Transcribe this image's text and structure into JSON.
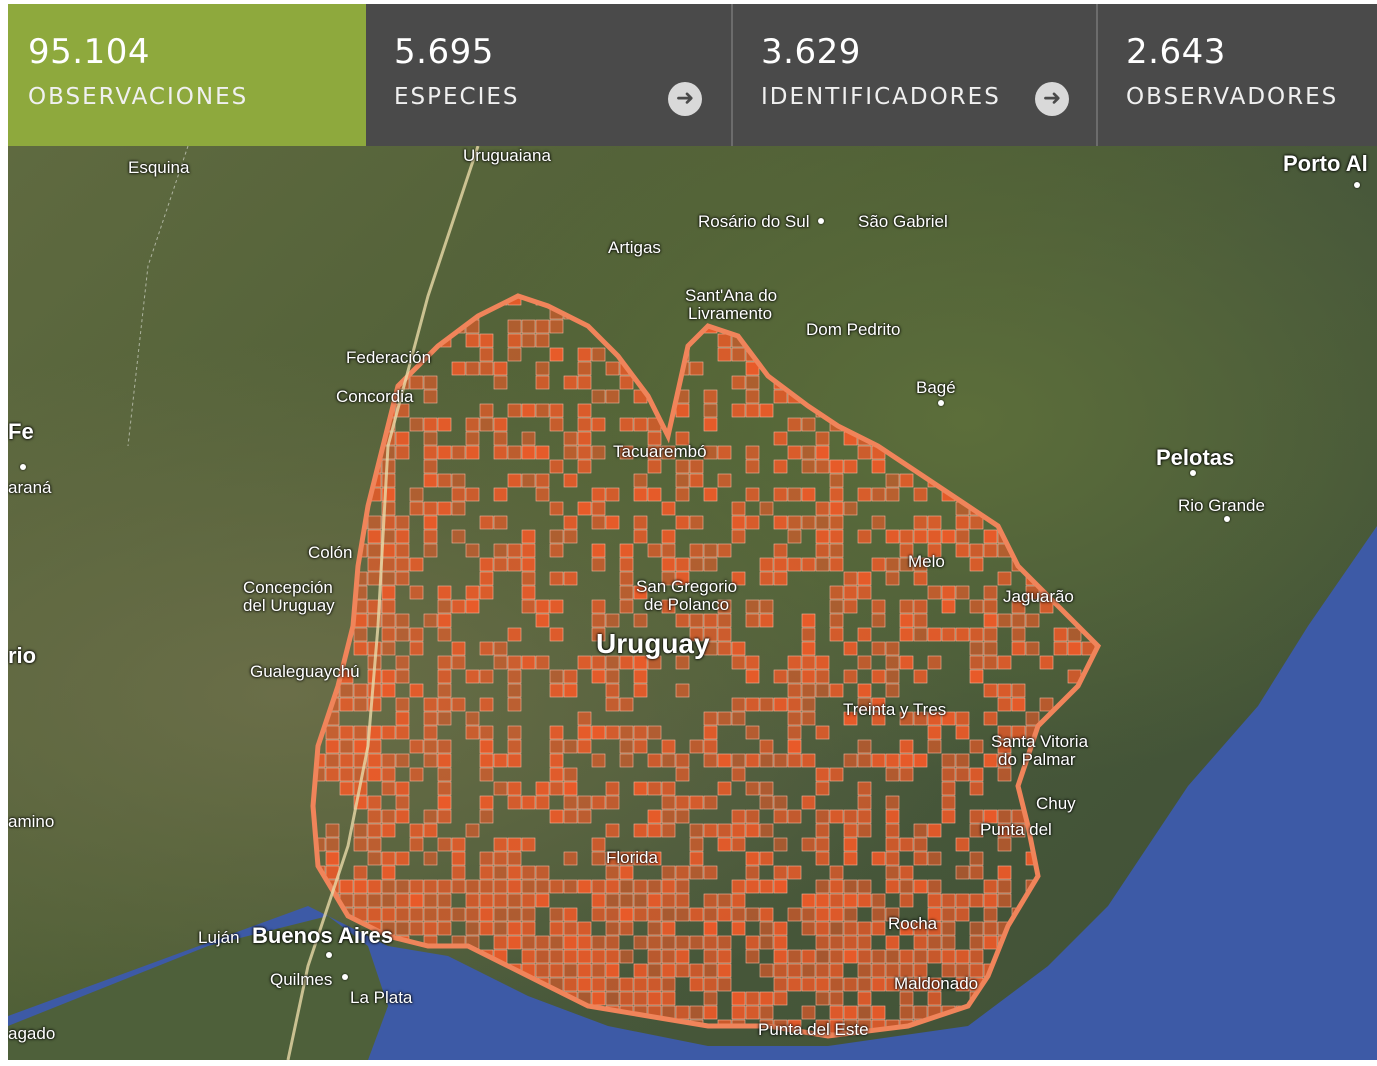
{
  "stats": [
    {
      "value": "95.104",
      "label": "OBSERVACIONES",
      "active": true
    },
    {
      "value": "5.695",
      "label": "ESPECIES",
      "arrow": "arrow-right-icon"
    },
    {
      "value": "3.629",
      "label": "IDENTIFICADORES",
      "arrow": "arrow-right-icon"
    },
    {
      "value": "2.643",
      "label": "OBSERVADORES"
    }
  ],
  "colors": {
    "active_tab": "#8ea93d",
    "bar": "#4a4a4a",
    "grid_cell": "#f05a28",
    "outline": "#f0845a",
    "water": "#3a56a0"
  },
  "map": {
    "places": [
      "Esquina",
      "Uruguaiana",
      "Porto Al",
      "Rosário do Sul",
      "São Gabriel",
      "Artigas",
      "Sant'Ana do",
      "Livramento",
      "Dom Pedrito",
      "Federación",
      "Concordia",
      "Bagé",
      "Fe",
      "araná",
      "Pelotas",
      "Rio Grande",
      "Tacuarembó",
      "Colón",
      "Concepción",
      "del Uruguay",
      "Melo",
      "San Gregorio",
      "de Polanco",
      "Jaguarão",
      "Uruguay",
      "rio",
      "Gualeguaychú",
      "Treinta y Tres",
      "Santa Vitoria",
      "do Palmar",
      "Chuy",
      "Punta del",
      "amino",
      "Florida",
      "Luján",
      "Buenos Aires",
      "Rocha",
      "Quilmes",
      "La Plata",
      "Maldonado",
      "agado",
      "Punta del Este"
    ]
  }
}
